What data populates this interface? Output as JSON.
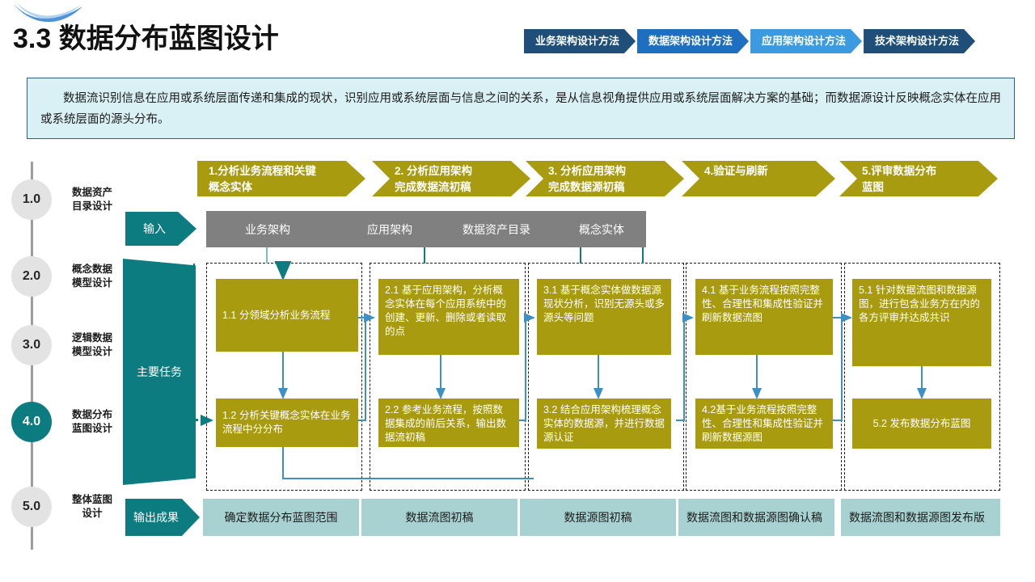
{
  "header": {
    "title": "3.3 数据分布蓝图设计",
    "nav": [
      {
        "label": "业务架构设计方法",
        "color": "#1F4E79"
      },
      {
        "label": "数据架构设计方法",
        "color": "#1F6FC0"
      },
      {
        "label": "应用架构设计方法",
        "color": "#3C9BE0"
      },
      {
        "label": "技术架构设计方法",
        "color": "#1F4E79"
      }
    ]
  },
  "intro": {
    "text": "数据流识别信息在应用或系统层面传递和集成的现状，识别应用或系统层面与信息之间的关系，是从信息视角提供应用或系统层面解决方案的基础；而数据源设计反映概念实体在应用或系统层面的源头分布。"
  },
  "timeline": {
    "items": [
      {
        "num": "1.0",
        "label": "数据资产\n目录设计",
        "active": false
      },
      {
        "num": "2.0",
        "label": "概念数据\n模型设计",
        "active": false
      },
      {
        "num": "3.0",
        "label": "逻辑数据\n模型设计",
        "active": false
      },
      {
        "num": "4.0",
        "label": "数据分布\n蓝图设计",
        "active": true
      },
      {
        "num": "5.0",
        "label": "整体蓝图\n设计",
        "active": false
      }
    ],
    "active_color": "#0C7C80",
    "inactive_color": "#E3E3E3"
  },
  "phases": [
    {
      "label": "1.分析业务流程和关键\n概念实体"
    },
    {
      "label": "2. 分析应用架构\n完成数据流初稿"
    },
    {
      "label": "3. 分析应用架构\n完成数据源初稿"
    },
    {
      "label": "4.验证与刷新"
    },
    {
      "label": "5.评审数据分布\n蓝图"
    }
  ],
  "rows": {
    "input_label": "输入",
    "tasks_label": "主要任务",
    "output_label": "输出成果"
  },
  "inputs": [
    {
      "label": "业务架构"
    },
    {
      "label": "应用架构"
    },
    {
      "label": "数据资产目录"
    },
    {
      "label": "概念实体"
    }
  ],
  "tasks": {
    "col1": [
      {
        "label": "1.1 分领域分析业务流程"
      },
      {
        "label": "1.2 分析关键概念实体在业务流程中分分布"
      }
    ],
    "col2": [
      {
        "label": "2.1 基于应用架构，分析概念实体在每个应用系统中的创建、更新、删除或者读取的点"
      },
      {
        "label": "2.2 参考业务流程，按照数据集成的前后关系，输出数据流初稿"
      }
    ],
    "col3": [
      {
        "label": "3.1 基于概念实体做数据源现状分析，识别无源头或多源头等问题"
      },
      {
        "label": "3.2 结合应用架构梳理概念实体的数据源，并进行数据源认证"
      }
    ],
    "col4": [
      {
        "label": "4.1 基于业务流程按照完整性、合理性和集成性验证并刷新数据流图"
      },
      {
        "label": "4.2基于业务流程按照完整性、合理性和集成性验证并刷新数据源图"
      }
    ],
    "col5": [
      {
        "label": "5.1 针对数据流图和数据源图，进行包含业务方在内的各方评审并达成共识"
      },
      {
        "label": "5.2 发布数据分布蓝图"
      }
    ]
  },
  "outputs": [
    {
      "label": "确定数据分布蓝图范围"
    },
    {
      "label": "数据流图初稿"
    },
    {
      "label": "数据源图初稿"
    },
    {
      "label": "数据流图和数据源图确认稿"
    },
    {
      "label": "数据流图和数据源图发布版"
    }
  ],
  "colors": {
    "olive": "#A99B10",
    "teal": "#0C7C80",
    "gray_box": "#808080",
    "output_box": "#A8D2D2",
    "intro_bg": "#D9F0F4",
    "connector": "#3E8FC4"
  }
}
